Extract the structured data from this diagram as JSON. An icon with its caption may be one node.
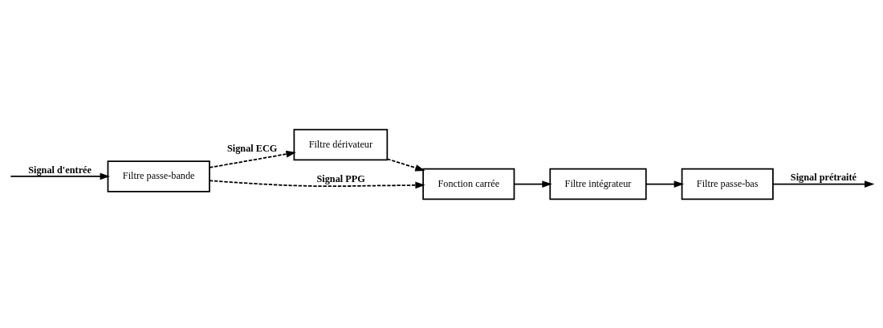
{
  "diagram": {
    "nodes": [
      {
        "text": [
          "Filtre passe-bande"
        ]
      },
      {
        "text": [
          "Filtre dérivateur"
        ]
      },
      {
        "text": [
          "Fonction carrée"
        ]
      },
      {
        "text": [
          "Filtre intégrateur"
        ]
      },
      {
        "text": [
          "Filtre passe-bas"
        ]
      }
    ],
    "edges": [
      {
        "from": null,
        "to": 0,
        "arrow": "to",
        "label": "Signal d'entrée"
      },
      {
        "from": 0,
        "to": 1,
        "arrow": "to",
        "label": "Signal ECG",
        "style": "dashed"
      },
      {
        "from": 0,
        "to": 2,
        "arrow": "to",
        "label": "Signal PPG",
        "style": "dashed"
      },
      {
        "from": 1,
        "to": 2,
        "arrow": "to",
        "style": "dashed"
      },
      {
        "from": 2,
        "to": 3,
        "arrow": "to"
      },
      {
        "from": 3,
        "to": 4,
        "arrow": "to"
      },
      {
        "from": 4,
        "to": null,
        "arrow": "to",
        "label": "Signal prétraité"
      }
    ]
  }
}
